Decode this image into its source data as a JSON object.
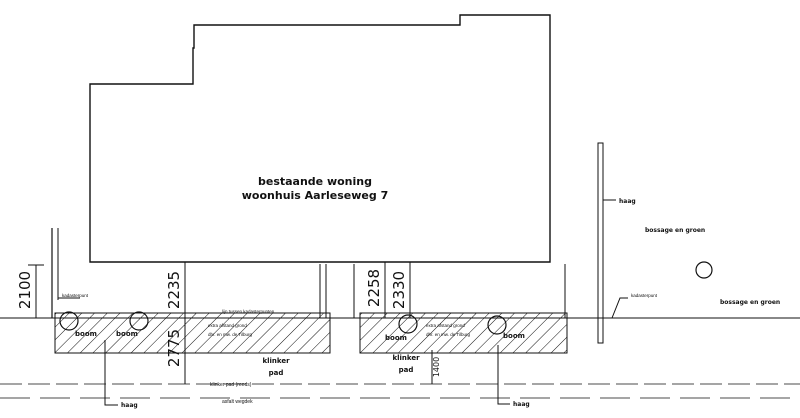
{
  "house": {
    "title": "bestaande woning",
    "subtitle": "woonhuis Aarleseweg 7"
  },
  "dimensions": {
    "d2100": "2100",
    "d2235": "2235",
    "d2775": "2775",
    "d2258": "2258",
    "d2330": "2330",
    "d1400": "1400"
  },
  "labels": {
    "kadasterpunt_left": "kadasterpunt",
    "kadasterpunt_right": "kadasterpunt",
    "kadastergrens": "lijn tussen kadasterpunten",
    "grond_1a": "extra afstand grond",
    "grond_1b": "dhr. en mw. de Tilburg",
    "grond_2a": "extra afstand grond",
    "grond_2b": "dhr. en mw. de Tilburg",
    "boom_1": "boom",
    "boom_2": "boom",
    "boom_3": "boom",
    "boom_4": "boom",
    "klinker_1": "klinker",
    "pad_1": "pad",
    "klinker_2": "klinker",
    "pad_2": "pad",
    "klinker_note": "klinker pad (reeds)",
    "asfalt": "asfalt wegdek",
    "haag_top": "haag",
    "haag_bottom_left": "haag",
    "haag_bottom_right": "haag",
    "bossage_1": "bossage en groen",
    "bossage_2": "bossage en groen"
  }
}
